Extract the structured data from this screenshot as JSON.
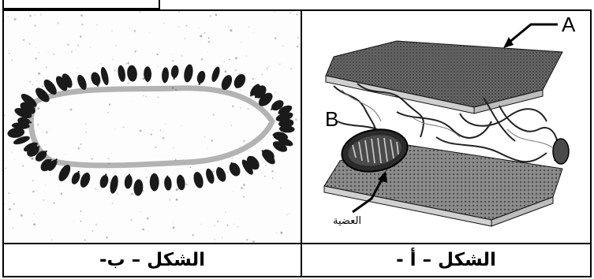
{
  "figure_b": {
    "caption": "الشكل – ب-"
  },
  "figure_a": {
    "caption": "الشكل – أ -",
    "label_A": "A",
    "label_B": "B",
    "organelle_label": "العضية"
  }
}
